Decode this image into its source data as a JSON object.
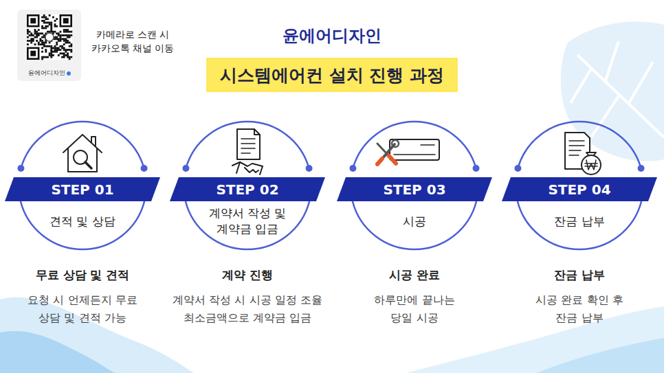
{
  "diagram": {
    "title": "윤에어디자인",
    "nodes": [
      {
        "text": [
          "윤에어디자인"
        ]
      },
      {
        "text": [
          "시스템에어컨 설치 진행 과정"
        ]
      },
      {
        "text": [
          "견적 및 상담"
        ]
      },
      {
        "text": [
          "STEP 01"
        ],
        "in": 2
      },
      {
        "text": [
          "계약서 작성 및 계약금 입금"
        ]
      },
      {
        "text": [
          "STEP 02"
        ],
        "in": 4
      },
      {
        "text": [
          "시공"
        ]
      },
      {
        "text": [
          "STEP 03"
        ],
        "in": 6
      },
      {
        "text": [
          "잔금 납부"
        ]
      },
      {
        "text": [
          "STEP 04"
        ],
        "in": 8
      }
    ],
    "labels": [
      "카메라로 스캔 시 카카오톡 채널 이동",
      "무료 상담 및 견적",
      "요청 시 언제든지 무료 상담 및 견적 가능",
      "계약 진행",
      "계약서 작성 시 시공 일정 조율 최소금액으로 계약금 입금",
      "시공 완료",
      "하루만에 끝나는 당일 시공",
      "잔금 납부",
      "시공 완료 확인 후 잔금 납부"
    ]
  }
}
